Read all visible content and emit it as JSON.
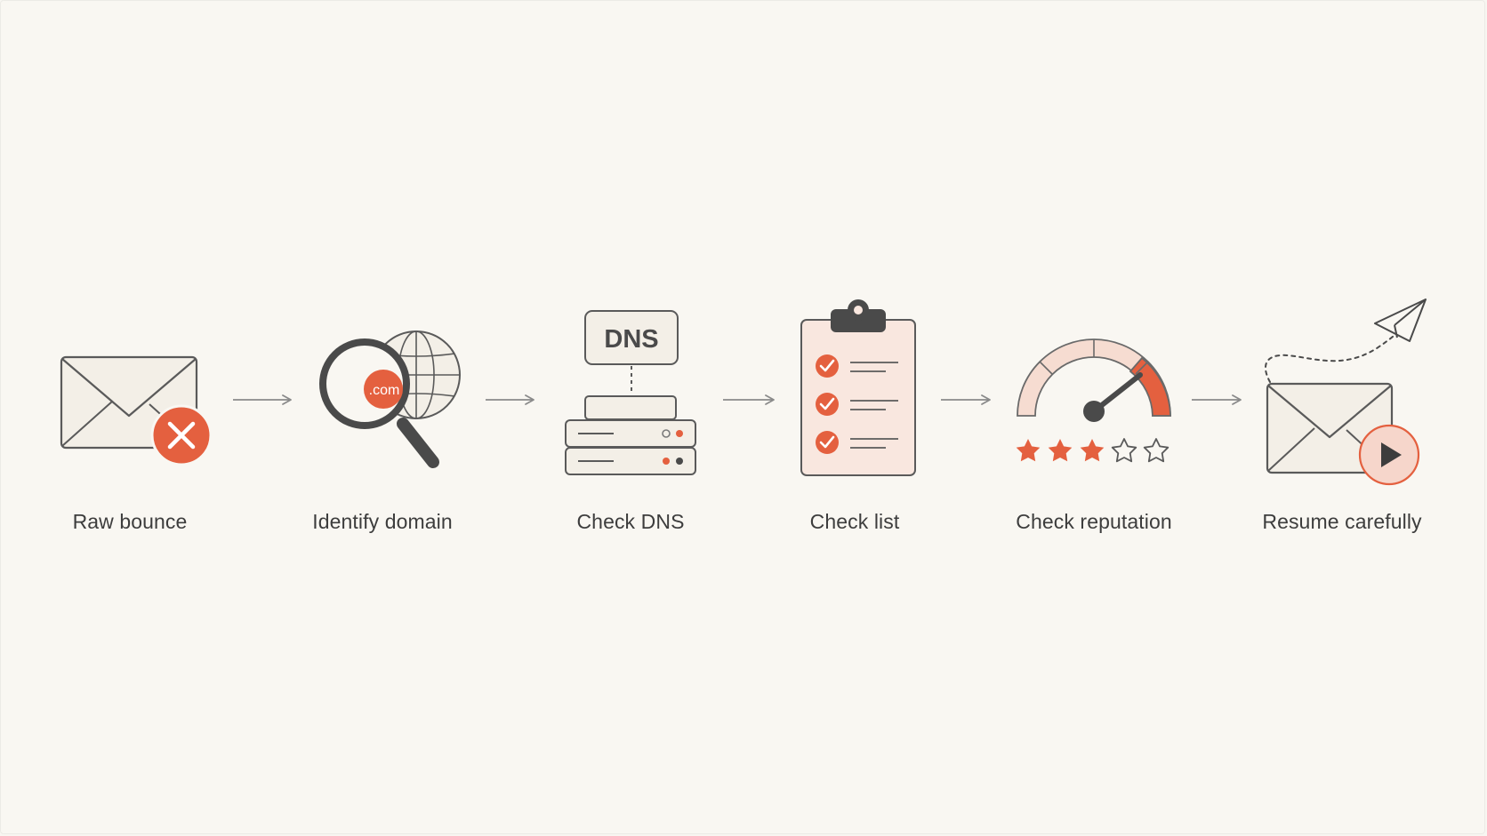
{
  "steps": [
    {
      "label": "Raw bounce",
      "icon": "envelope-with-error-icon"
    },
    {
      "label": "Identify domain",
      "icon": "magnifier-globe-icon",
      "badge": ".com"
    },
    {
      "label": "Check DNS",
      "icon": "dns-server-icon",
      "badge": "DNS"
    },
    {
      "label": "Check list",
      "icon": "clipboard-checklist-icon"
    },
    {
      "label": "Check reputation",
      "icon": "gauge-stars-icon",
      "rating": {
        "filled": 3,
        "total": 5
      }
    },
    {
      "label": "Resume carefully",
      "icon": "envelope-play-icon"
    }
  ],
  "colors": {
    "background": "#f9f7f2",
    "accent": "#e4603f",
    "accent_light": "#f6d6cb",
    "stroke": "#5a5a5a",
    "fill": "#f3efe7"
  }
}
